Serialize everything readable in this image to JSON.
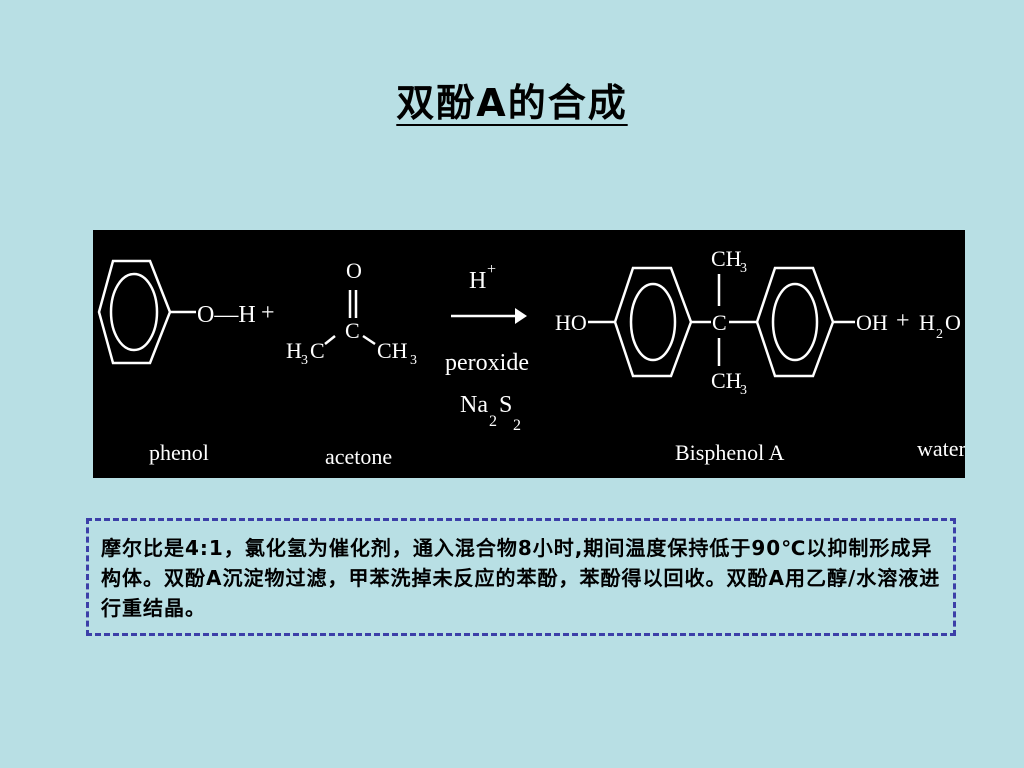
{
  "title": "双酚A的合成",
  "reaction": {
    "reactant1_group": "O—H",
    "reactant1_name": "phenol",
    "plus1": "+",
    "reactant2_carbonyl_o": "O",
    "reactant2_center_c": "C",
    "reactant2_left_group": "H",
    "reactant2_left_sub": "3",
    "reactant2_left_c": "C",
    "reactant2_right_group": "CH",
    "reactant2_right_sub": "3",
    "reactant2_name": "acetone",
    "catalyst_h": "H",
    "catalyst_h_sup": "+",
    "catalyst_peroxide": "peroxide",
    "catalyst_na": "Na",
    "catalyst_na_sub": "2",
    "catalyst_s": "S",
    "catalyst_s_sub": "2",
    "product_left_oh": "HO",
    "product_center_c": "C",
    "product_top_ch": "CH",
    "product_top_sub": "3",
    "product_bottom_ch": "CH",
    "product_bottom_sub": "3",
    "product_right_oh": "OH",
    "plus2": "+",
    "water_h": "H",
    "water_sub": "2",
    "water_o": "O",
    "product_name": "Bisphenol A",
    "water_name": "water"
  },
  "note": {
    "text": "摩尔比是4:1，氯化氢为催化剂，通入混合物8小时,期间温度保持低于90℃以抑制形成异构体。双酚A沉淀物过滤，甲苯洗掉未反应的苯酚，苯酚得以回收。双酚A用乙醇/水溶液进行重结晶。"
  },
  "colors": {
    "background": "#b8dfe4",
    "panel": "#000000",
    "border": "#3c3fa8"
  }
}
